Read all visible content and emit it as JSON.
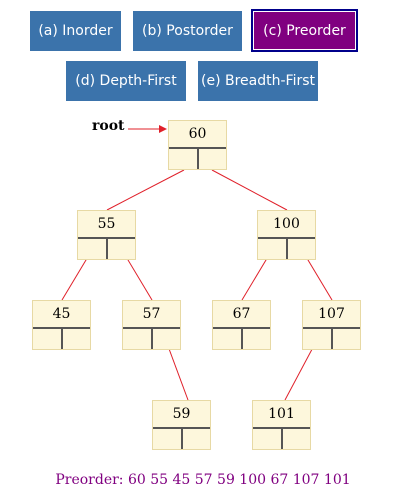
{
  "buttons": {
    "inorder": "(a) Inorder",
    "postorder": "(b) Postorder",
    "preorder": "(c) Preorder",
    "depth_first": "(d) Depth-First",
    "breadth_first": "(e) Breadth-First"
  },
  "active_button": "preorder",
  "tree": {
    "root_label": "root",
    "nodes": {
      "n60": "60",
      "n55": "55",
      "n100": "100",
      "n45": "45",
      "n57": "57",
      "n67": "67",
      "n107": "107",
      "n59": "59",
      "n101": "101"
    }
  },
  "result": {
    "prefix": "Preorder:",
    "sequence": "60 55 45 57 59 100 67 107 101"
  },
  "colors": {
    "button": "#3b73ab",
    "button_active": "#800080",
    "node_fill": "#fdf7dc",
    "edge": "#e0202a",
    "result_text": "#800080"
  }
}
